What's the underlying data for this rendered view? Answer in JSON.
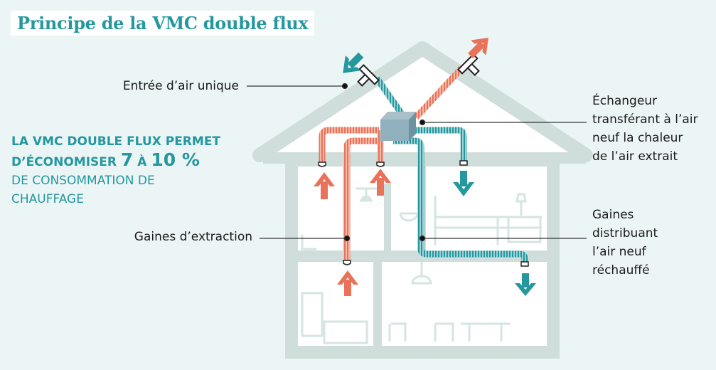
{
  "title": "Principe de la VMC double flux",
  "promo": {
    "line1": "LA VMC DOUBLE FLUX PERMET",
    "line2_prefix": "D’ÉCONOMISER",
    "value_low": "7",
    "connector": "À",
    "value_high": "10 %",
    "line3": "DE CONSOMMATION DE",
    "line4": "CHAUFFAGE"
  },
  "labels": {
    "air_inlet": "Entrée d’air unique",
    "exchanger": [
      "Échangeur",
      "transférant à l’air",
      "neuf la chaleur",
      "de l’air extrait"
    ],
    "extraction": "Gaines d’extraction",
    "supply": [
      "Gaines",
      "distribuant",
      "l’air neuf",
      "réchauffé"
    ]
  },
  "colors": {
    "teal": "#24979f",
    "orange": "#e8735a",
    "house": "#cfdedb",
    "background": "#ecf5f5"
  }
}
